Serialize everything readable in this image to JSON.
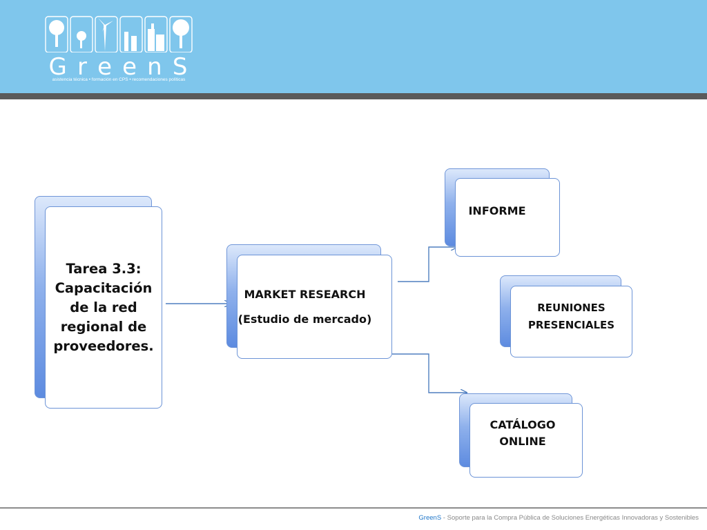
{
  "header": {
    "logo_name": "GreenS",
    "logo_letters": [
      "G",
      "r",
      "e",
      "e",
      "n",
      "S"
    ],
    "logo_tagline": "asistencia técnica • formación en CPS • recomendaciones políticas",
    "background_color": "#7fc6ec",
    "bar_color": "#5a5a5a"
  },
  "diagram": {
    "task": {
      "lines": [
        "Tarea 3.3:",
        "Capacitación",
        "de la red",
        "regional de",
        "proveedores."
      ]
    },
    "market": {
      "lines": [
        "MARKET RESEARCH",
        "(Estudio de mercado)"
      ]
    },
    "informe": {
      "label": "INFORME"
    },
    "reuniones": {
      "lines": [
        "REUNIONES",
        "PRESENCIALES"
      ]
    },
    "catalogo": {
      "lines": [
        "CATÁLOGO",
        "ONLINE"
      ]
    },
    "connector_color": "#4f7fbf",
    "box_border_color": "#6b93d6"
  },
  "footer": {
    "brand": "GreenS",
    "text": " - Soporte para la Compra Pública  de Soluciones Energéticas  Innovadoras y Sostenibles"
  }
}
